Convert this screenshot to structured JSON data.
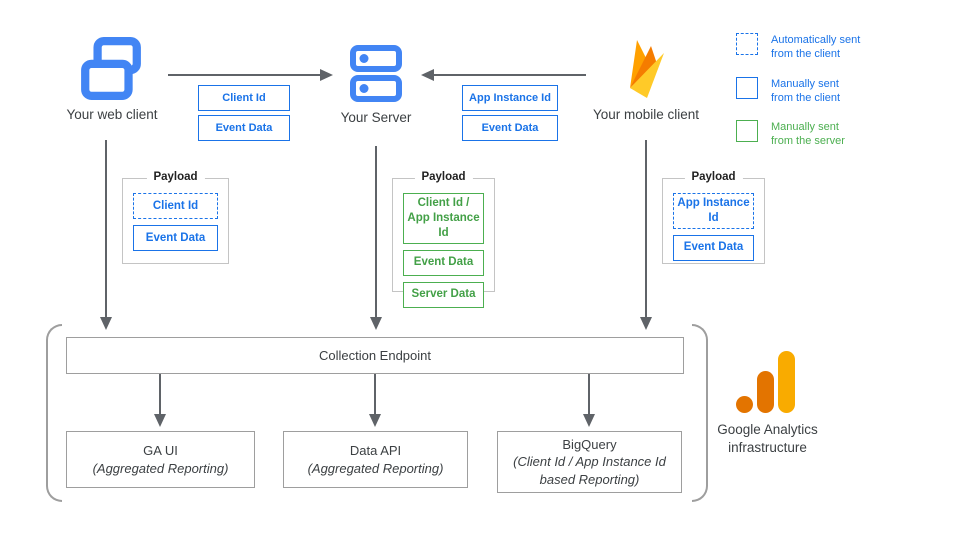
{
  "palette": {
    "icon_blue": "#4285F4",
    "accent_blue": "#1a73e8",
    "accent_green": "#4caf50",
    "green_text": "#43a047",
    "arrow_gray": "#5f6368",
    "border_gray": "#9e9e9e",
    "text_dark": "#3c4043",
    "ga_orange": "#E37400",
    "ga_amber": "#F9AB00",
    "firebase_amber": "#FFA000",
    "firebase_orange": "#F57C00",
    "firebase_yellow": "#FFCA28"
  },
  "nodes": {
    "web_client": {
      "label": "Your web client"
    },
    "server": {
      "label": "Your Server"
    },
    "mobile_client": {
      "label": "Your mobile client"
    }
  },
  "edges": {
    "web_to_server": {
      "labels": [
        "Client Id",
        "Event Data"
      ]
    },
    "mobile_to_server": {
      "labels": [
        "App Instance Id",
        "Event Data"
      ]
    }
  },
  "legend": {
    "items": [
      {
        "style": "dashed-blue",
        "label": "Automatically sent\nfrom the client"
      },
      {
        "style": "solid-blue",
        "label": "Manually sent\nfrom the client"
      },
      {
        "style": "solid-green",
        "label": "Manually sent\nfrom the server"
      }
    ]
  },
  "payloads": [
    {
      "title": "Payload",
      "items": [
        {
          "style": "dashed-blue",
          "label": "Client Id"
        },
        {
          "style": "solid-blue",
          "label": "Event Data"
        }
      ]
    },
    {
      "title": "Payload",
      "items": [
        {
          "style": "solid-green",
          "label": "Client Id /\nApp Instance Id"
        },
        {
          "style": "solid-green",
          "label": "Event Data"
        },
        {
          "style": "solid-green",
          "label": "Server Data"
        }
      ]
    },
    {
      "title": "Payload",
      "items": [
        {
          "style": "dashed-blue",
          "label": "App Instance Id"
        },
        {
          "style": "solid-blue",
          "label": "Event Data"
        }
      ]
    }
  ],
  "infrastructure": {
    "endpoint_label": "Collection Endpoint",
    "sinks": [
      {
        "name": "GA UI",
        "sub": "(Aggregated Reporting)"
      },
      {
        "name": "Data API",
        "sub": "(Aggregated Reporting)"
      },
      {
        "name": "BigQuery",
        "sub": "(Client Id / App Instance Id\nbased Reporting)"
      }
    ],
    "brand_label": "Google Analytics\ninfrastructure"
  }
}
